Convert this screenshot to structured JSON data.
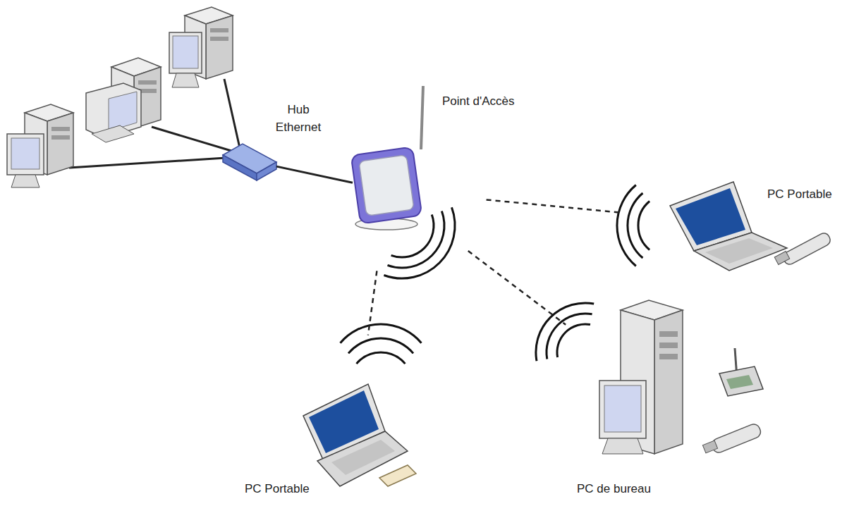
{
  "diagram": {
    "nodes": [
      {
        "text": [
          "Hub Ethernet"
        ]
      },
      {
        "text": [
          "Point d'Accès"
        ]
      },
      {
        "text": [
          "PC Portable"
        ]
      },
      {
        "text": [
          "PC Portable"
        ]
      },
      {
        "text": [
          "PC de bureau"
        ]
      }
    ],
    "edges": [
      {
        "from": 0,
        "to": 1,
        "arrow": "none"
      },
      {
        "from": 1,
        "to": 2,
        "arrow": "none"
      },
      {
        "from": 1,
        "to": 3,
        "arrow": "none"
      },
      {
        "from": 1,
        "to": 4,
        "arrow": "none"
      }
    ]
  }
}
